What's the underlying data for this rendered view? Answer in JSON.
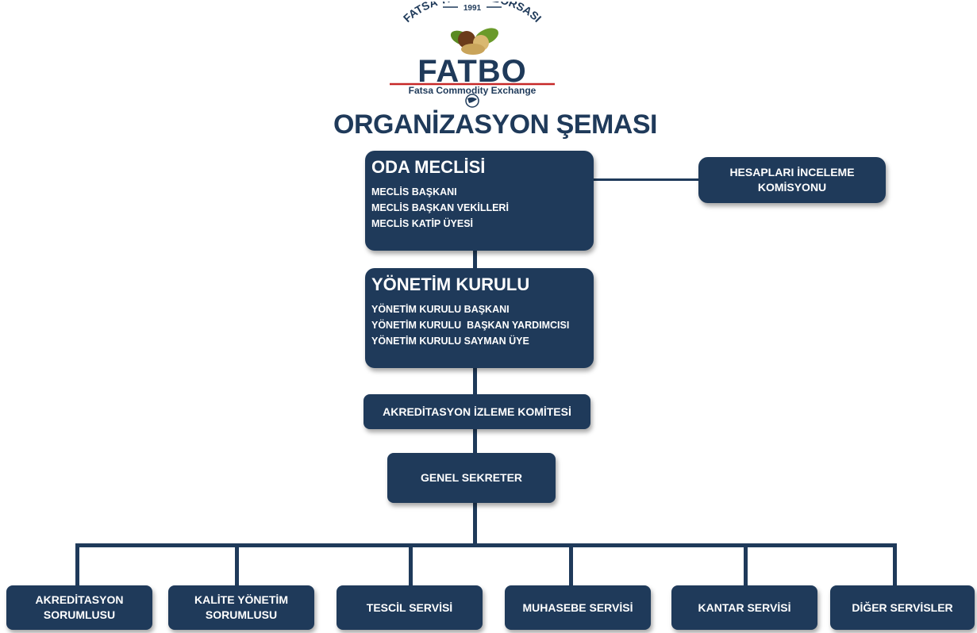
{
  "logo": {
    "year": "1991",
    "arc_text": "FATSA TİCARET BORSASI",
    "name": "FATBO",
    "tagline": "Fatsa Commodity Exchange"
  },
  "chart_title": "ORGANİZASYON ŞEMASI",
  "oda_meclisi": {
    "title": "ODA MECLİSİ",
    "members": [
      "MECLİS BAŞKANI",
      "MECLİS BAŞKAN VEKİLLERİ",
      "MECLİS KATİP ÜYESİ"
    ]
  },
  "hesaplari_inceleme": {
    "line1": "HESAPLARI İNCELEME",
    "line2": "KOMİSYONU"
  },
  "yonetim_kurulu": {
    "title": "YÖNETİM KURULU",
    "members": [
      "YÖNETİM KURULU BAŞKANI",
      "YÖNETİM KURULU  BAŞKAN YARDIMCISI",
      "YÖNETİM KURULU SAYMAN ÜYE"
    ]
  },
  "akreditasyon_izleme": "AKREDİTASYON İZLEME KOMİTESİ",
  "genel_sekreter": "GENEL SEKRETER",
  "units": [
    {
      "line1": "AKREDİTASYON",
      "line2": "SORUMLUSU"
    },
    {
      "line1": "KALİTE YÖNETİM",
      "line2": "SORUMLUSU"
    },
    {
      "line1": "TESCİL SERVİSİ",
      "line2": ""
    },
    {
      "line1": "MUHASEBE SERVİSİ",
      "line2": ""
    },
    {
      "line1": "KANTAR SERVİSİ",
      "line2": ""
    },
    {
      "line1": "DİĞER SERVİSLER",
      "line2": ""
    }
  ],
  "colors": {
    "box": "#1f3a5a",
    "text": "#ffffff",
    "logo_red": "#c62828",
    "logo_green": "#6a9a2a"
  }
}
